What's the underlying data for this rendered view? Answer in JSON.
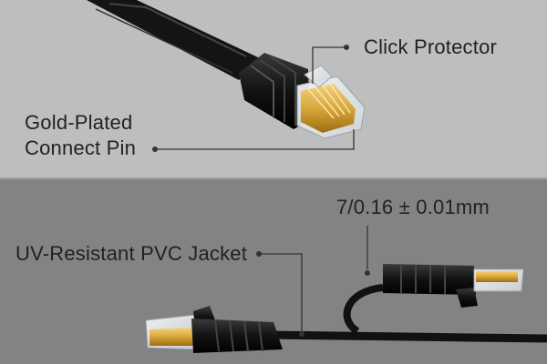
{
  "callouts": {
    "click_protector": "Click Protector",
    "gold_plated_line1": "Gold-Plated",
    "gold_plated_line2": "Connect Pin",
    "conductor_spec": "7/0.16 ± 0.01mm",
    "pvc_jacket": "UV-Resistant PVC Jacket"
  },
  "colors": {
    "top_panel": "#bebebe",
    "bottom_panel": "#838383",
    "cable": "#111111",
    "gold_contacts": "#d8a73a",
    "leader_line": "#333333",
    "label_text": "#222222"
  }
}
